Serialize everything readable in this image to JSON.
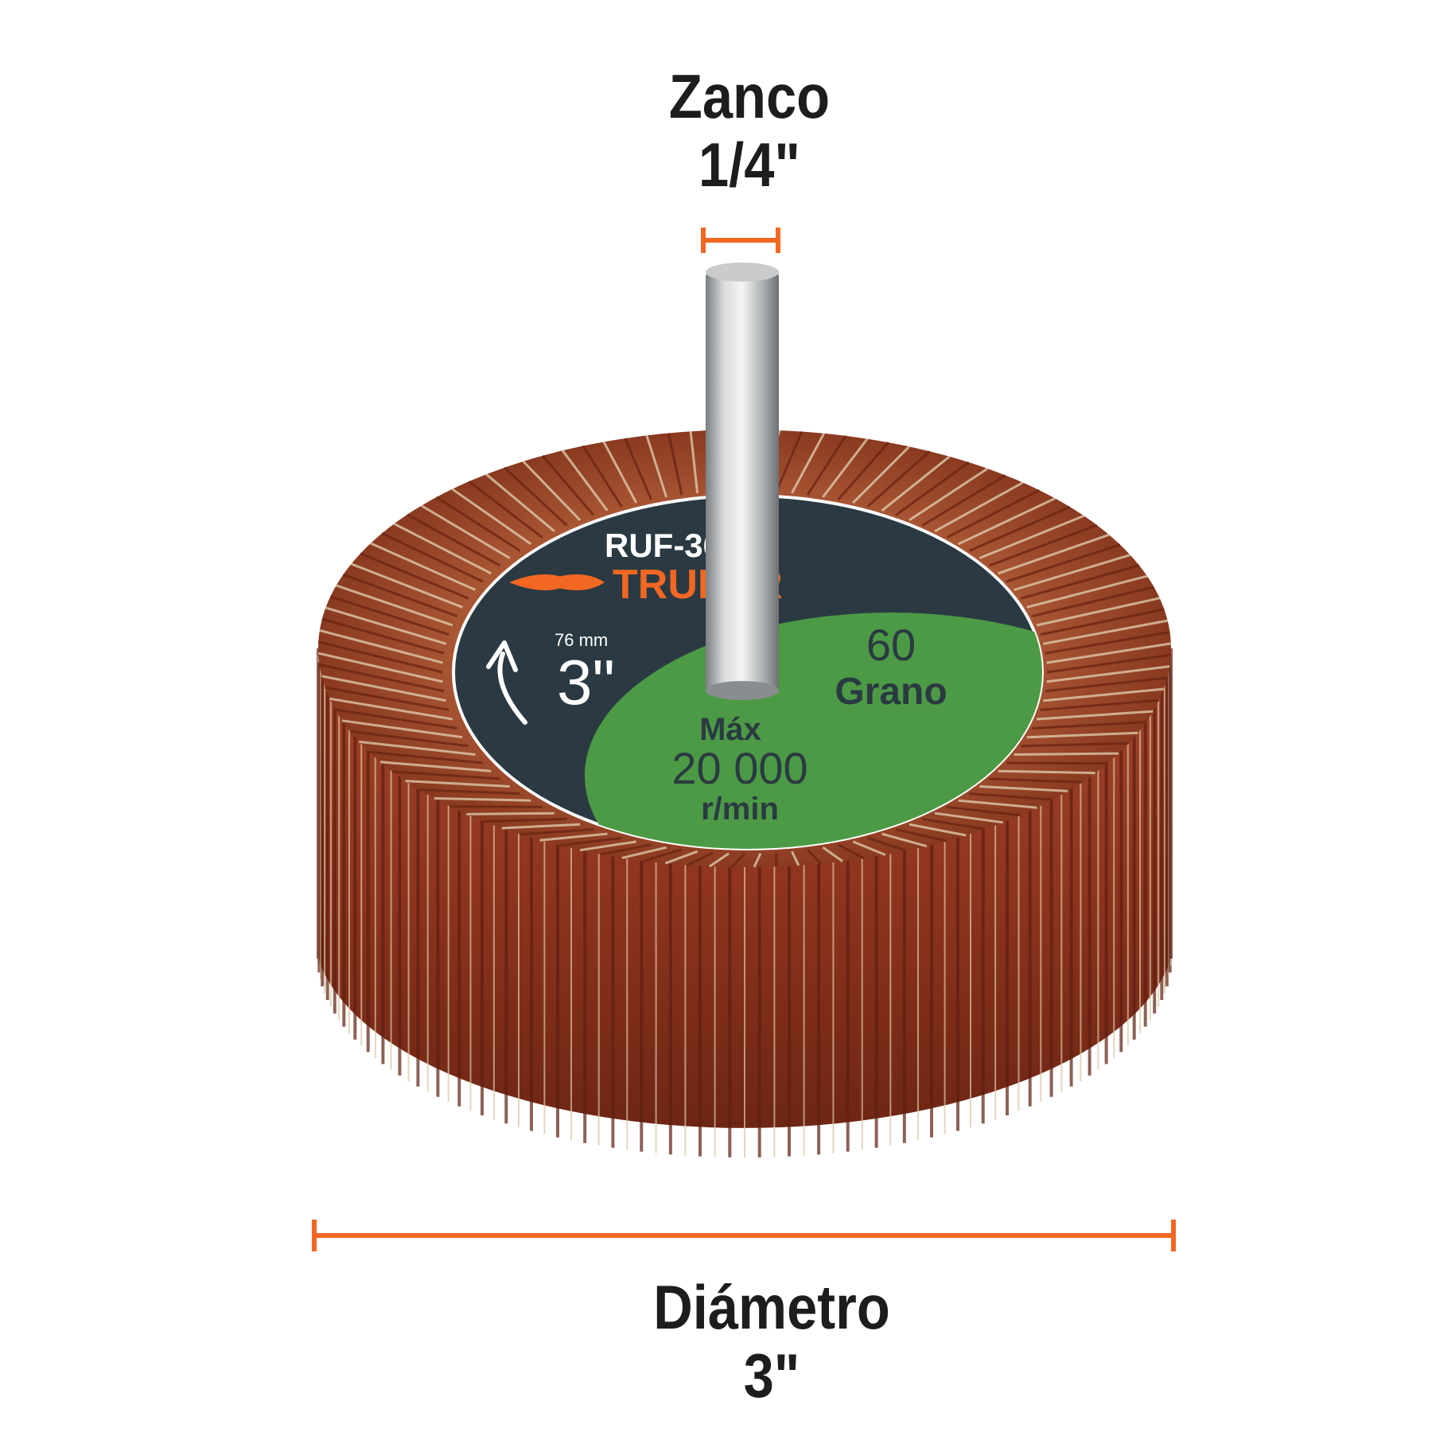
{
  "shank_dimension": {
    "title": "Zanco",
    "value": "1/4\""
  },
  "diameter_dimension": {
    "title": "Diámetro",
    "value": "3\""
  },
  "label_disc": {
    "model": "RUF-360",
    "brand": "TRUPER",
    "size_mm": "76 mm",
    "size_in": "3\"",
    "grit_value": "60",
    "grit_label": "Grano",
    "max_label": "Máx",
    "max_speed": "20 000",
    "speed_unit": "r/min"
  },
  "colors": {
    "accent_orange": "#f26722",
    "disc_dark": "#2b3a42",
    "disc_green": "#4c9a45",
    "flap_brown": "#9a3b22",
    "flap_light": "#d9c7a3"
  },
  "icons": {
    "rotation_arrow": "curved-arrow-up-icon",
    "brand_logo": "truper-logo-icon"
  }
}
